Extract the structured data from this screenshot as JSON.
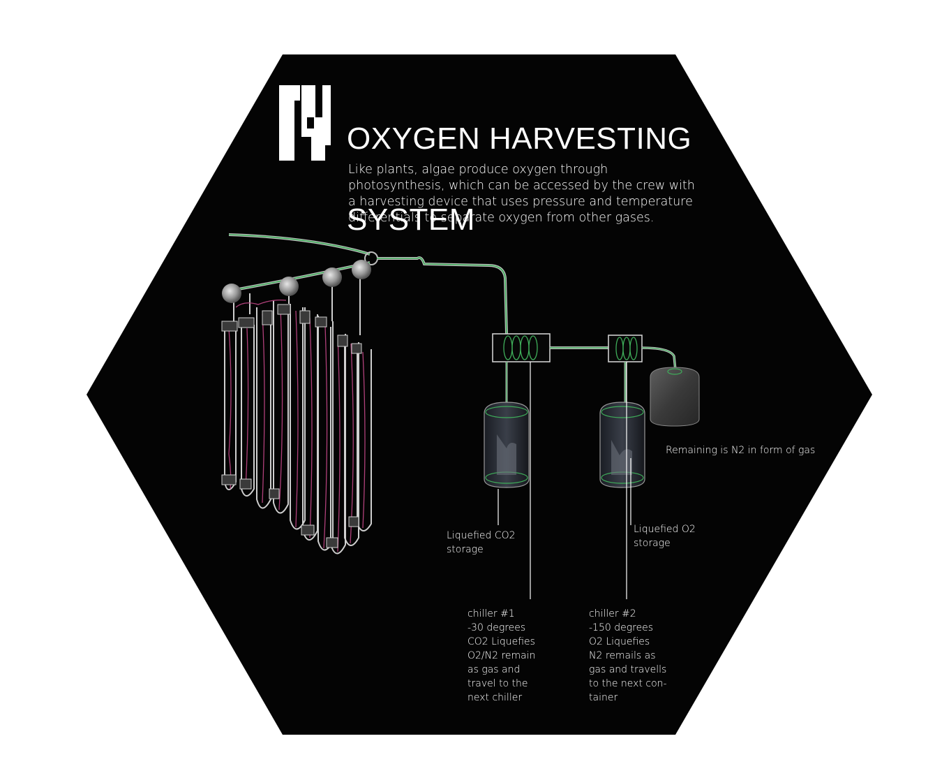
{
  "panel": {
    "number": "14",
    "title_line1": "OXYGEN HARVESTING",
    "title_line2": "SYSTEM",
    "description": "Like plants, algae produce oxygen through\nphotosynthesis, which can be accessed by the crew with\na harvesting device that uses pressure and temperature\ndifferentials to separate oxygen from other gases.",
    "colors": {
      "background": "#040404",
      "page": "#ffffff",
      "tube_green": "#3fae5a",
      "algae_pink": "#b0407a",
      "outline": "#cfcfcf"
    }
  },
  "labels": {
    "co2_storage": "Liquefied CO2\nstorage",
    "o2_storage": "Liquefied O2\nstorage",
    "n2_gas": "Remaining is N2 in form of gas",
    "chiller1": "chiller #1\n-30 degrees\nCO2 Liquefies\nO2/N2 remain\nas gas and\ntravel to the\nnext chiller",
    "chiller2": "chiller #2\n-150 degrees\nO2 Liquefies\nN2 remails as\ngas and travells\nto the next con-\ntainer"
  }
}
